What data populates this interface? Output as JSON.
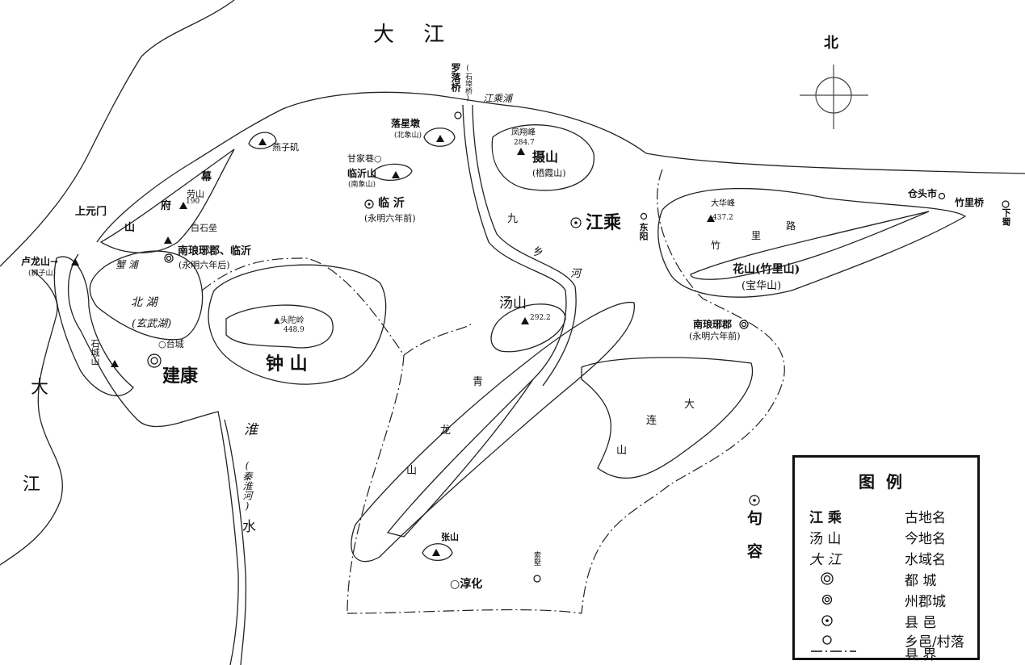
{
  "north": "北",
  "waters": {
    "dajiang_top": "大 江",
    "dajiang_left1": "大",
    "dajiang_left2": "江",
    "huai_shui": [
      "淮",
      "水"
    ],
    "qinhuai": "(秦淮河)",
    "beihu": "北 湖",
    "xuanwuhu": "(玄武湖)",
    "pupu": "蟹 浦",
    "jiuxiang_he": [
      "九",
      "乡",
      "河"
    ],
    "jiangcheng_pu": "江乘浦"
  },
  "places": {
    "jiankang": "建康",
    "zhongshan": "钟 山",
    "jiangcheng": "江乘",
    "jurong": "句 容",
    "linyi": "临 沂",
    "linyi_note": "(永明六年前)",
    "nanlangya1": "南琅琊郡、临沂",
    "nanlangya1_note": "(永明六年后)",
    "nanlangya2": "南琅琊郡",
    "nanlangya2_note": "(永明六年前)",
    "shangyuanmen": "上元门",
    "lulongshan": "卢龙山→",
    "lulongshan_note": "(狮子山)",
    "shicheng_shan": "石城山",
    "taicheng": "○台城",
    "baishilei": "白石垒",
    "yanziji": "燕子矶",
    "luoxingdun": "落星墩",
    "luoxingdun_note": "(北象山)",
    "ganjiaxiang": "甘家巷○",
    "linyishan": "临沂山",
    "linyishan_note": "(南象山)",
    "luoluoqiao": "罗落桥",
    "luoluoqiao_note": "(石埠桥)",
    "shenshan": "摄山",
    "shenshan_note": "(栖霞山)",
    "fengxiangfeng": "凤翔峰",
    "fengxiangfeng_h": "284.7",
    "dongyang": "东阳",
    "cangtoushi": "仓头市",
    "zhuliqiao": "竹里桥",
    "xiashu": "下蜀",
    "dahuafeng": "大华峰",
    "dahuafeng_h": "437.2",
    "zhulilu": [
      "竹",
      "里",
      "路"
    ],
    "huashan": "花山(竹里山)",
    "baohuashan": "(宝华山)",
    "tangshan": "汤山",
    "tangshan_h": "292.2",
    "qinglongshan": [
      "青",
      "龙",
      "山"
    ],
    "dalianshan": [
      "大",
      "连",
      "山"
    ],
    "zhangshan": "张山",
    "chunhua": "○淳化",
    "suoshu": "索墅",
    "toutuoling": "▲头陀岭",
    "toutuoling_h": "448.9",
    "laoshan": "劳山",
    "laoshan_h": "190",
    "mufushan": [
      "幕",
      "府",
      "山"
    ]
  },
  "legend": {
    "title": "图例",
    "rows": [
      {
        "key": "江 乘",
        "value": "古地名"
      },
      {
        "key": "汤 山",
        "value": "今地名"
      },
      {
        "key": "大 江",
        "value": "水域名"
      },
      {
        "key": "◎",
        "value": "都  城",
        "icon": "capital-symbol"
      },
      {
        "key": "◎",
        "value": "州郡城",
        "icon": "prefecture-symbol"
      },
      {
        "key": "⊙",
        "value": "县  邑",
        "icon": "county-symbol"
      },
      {
        "key": "○",
        "value": "乡邑/村落",
        "icon": "village-symbol"
      },
      {
        "key": "—·—",
        "value": "县  界",
        "icon": "boundary-symbol"
      }
    ]
  }
}
